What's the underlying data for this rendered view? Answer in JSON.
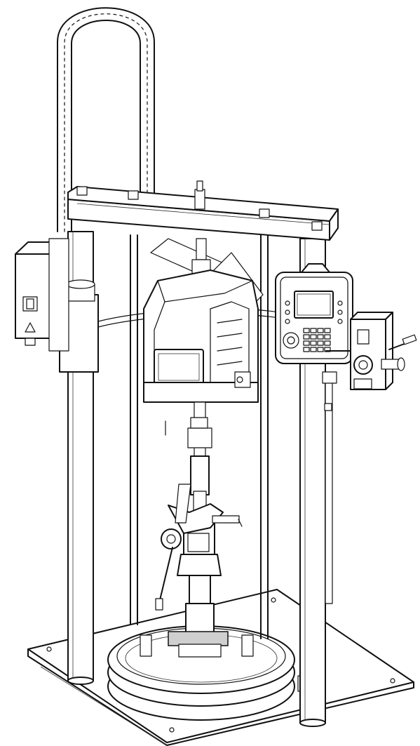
{
  "drawing": {
    "subject": "ram-mounted-drum-pump-assembly",
    "line_color": "#111111",
    "background_color": "#ffffff",
    "components": [
      "cable-carrier-chain",
      "crossbeam",
      "left-ram-post",
      "right-ram-post",
      "power-disconnect-box",
      "motor-housing",
      "control-display-module",
      "air-control-manifold",
      "pump-lower",
      "follower-plate",
      "base-plate",
      "outlet-hose"
    ]
  }
}
